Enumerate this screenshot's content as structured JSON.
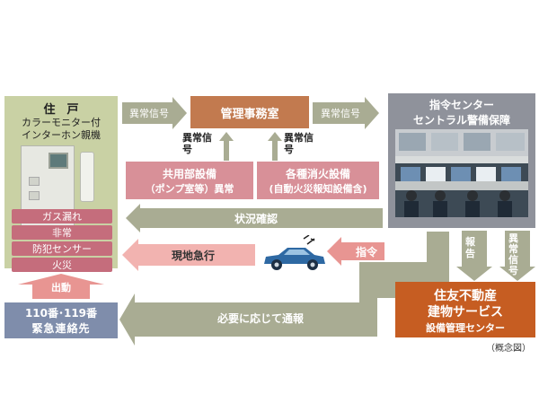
{
  "resident": {
    "title": "住　戸",
    "monitor_line1": "カラーモニター付",
    "monitor_line2": "インターホン親機",
    "alarms": [
      "ガス漏れ",
      "非常",
      "防犯センサー",
      "火災"
    ]
  },
  "dispatch": {
    "label": "出動"
  },
  "emergency": {
    "line1": "110番･119番",
    "line2": "緊急連絡先"
  },
  "flow": {
    "abnormal_signal_1": "異常信号",
    "management_office": "管理事務室",
    "abnormal_signal_2": "異常信号",
    "signal_left": "異常信号",
    "signal_right": "異常信号",
    "status_check": "状況確認",
    "field_rush": "現地急行",
    "order": "指令",
    "report": "報告",
    "abnormal_down": "異常信号",
    "notify": "必要に応じて通報"
  },
  "common_facility": {
    "line1": "共用部設備",
    "line2": "（ポンプ室等）異常"
  },
  "fire_facility": {
    "line1": "各種消火設備",
    "line2": "(自動火災報知設備含)"
  },
  "command_center": {
    "line1": "指令センター",
    "line2": "セントラル警備保障"
  },
  "sumitomo": {
    "line1": "住友不動産",
    "line2": "建物サービス",
    "line3": "設備管理センター"
  },
  "caption": "（概念図）",
  "colors": {
    "alarm": "#c56d7c",
    "management": "#c27a4f",
    "sumitomo": "#c65d22",
    "command": "#8f929b",
    "emergency": "#7f8dab",
    "pink_box": "#d89098",
    "gray_arrow": "#a9ac93",
    "pink_arrow": "#e89592",
    "car": "#2e69a3"
  }
}
